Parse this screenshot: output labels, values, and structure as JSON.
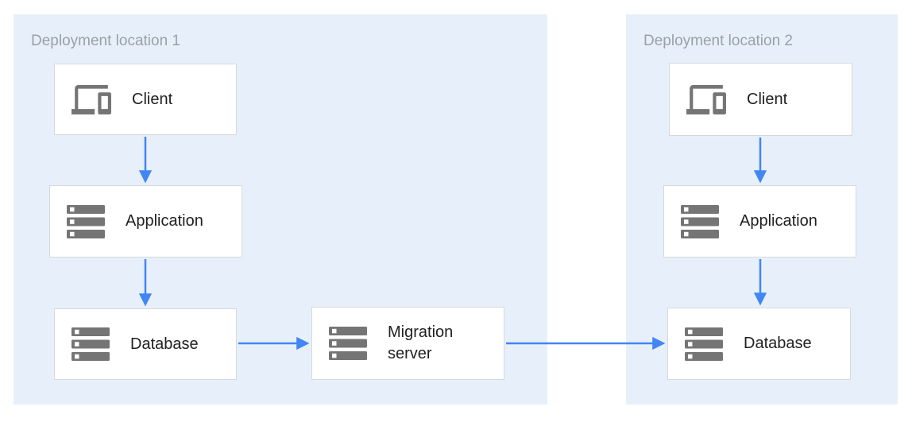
{
  "diagram": {
    "regions": [
      {
        "id": "region1",
        "label": "Deployment location 1"
      },
      {
        "id": "region2",
        "label": "Deployment location 2"
      }
    ],
    "nodes": [
      {
        "id": "client1",
        "label": "Client",
        "icon": "devices-icon",
        "region": "region1"
      },
      {
        "id": "app1",
        "label": "Application",
        "icon": "servers-icon",
        "region": "region1"
      },
      {
        "id": "db1",
        "label": "Database",
        "icon": "servers-icon",
        "region": "region1"
      },
      {
        "id": "migration",
        "label": "Migration server",
        "icon": "servers-icon",
        "region": "region1"
      },
      {
        "id": "client2",
        "label": "Client",
        "icon": "devices-icon",
        "region": "region2"
      },
      {
        "id": "app2",
        "label": "Application",
        "icon": "servers-icon",
        "region": "region2"
      },
      {
        "id": "db2",
        "label": "Database",
        "icon": "servers-icon",
        "region": "region2"
      }
    ],
    "edges": [
      {
        "from": "client1",
        "to": "app1"
      },
      {
        "from": "app1",
        "to": "db1"
      },
      {
        "from": "db1",
        "to": "migration"
      },
      {
        "from": "migration",
        "to": "db2"
      },
      {
        "from": "client2",
        "to": "app2"
      },
      {
        "from": "app2",
        "to": "db2"
      }
    ],
    "colors": {
      "region_background": "#e7f0fa",
      "node_background": "#ffffff",
      "node_border": "#d6d9dc",
      "arrow": "#4285f4",
      "icon": "#757575",
      "region_label": "#9aa0a6",
      "node_label": "#212121"
    }
  }
}
